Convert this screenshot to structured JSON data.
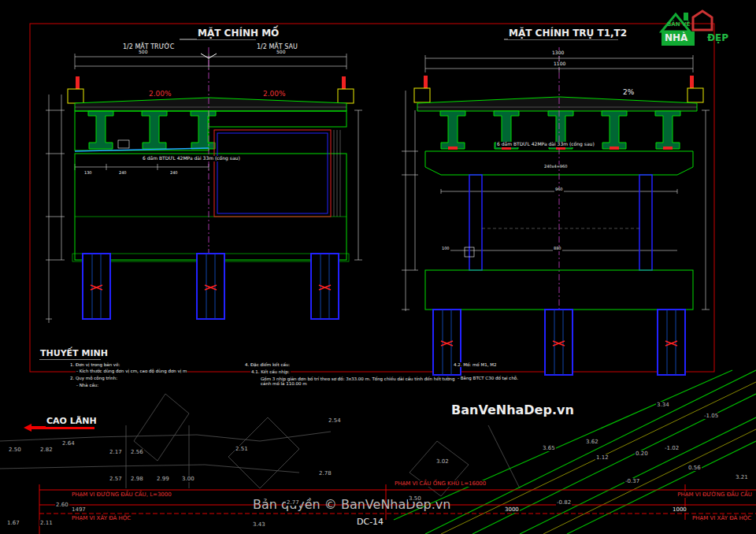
{
  "diagram": {
    "labels": [
      "MẶT CHÍNH MỐ",
      "MẶT CHÍNH TRỤ T1,T2",
      "1/2 MẶT TRƯỚC",
      "1/2 MẶT SAU",
      "500",
      "500",
      "1300",
      "1100",
      "2.00%",
      "2.00%",
      "2%",
      "6 dầm BTDƯL 42MPa dài 33m (cống sau)",
      "6 dầm BTDƯL 42MPa dài 33m (cống sau)",
      "THUYẾT MINH",
      "1. Đơn vị trong bản vẽ:",
      "- Kích thước dùng đơn vị cm, cao độ dùng đơn vị m",
      "2. Quy mô công trình:",
      "- Nhà cầu:",
      "4. Đặc điểm kết cấu:",
      "4.1. Kết cấu nhịp:",
      "Gồm 3 nhịp giản đơn bố trí theo sơ đồ: 3x33.00 m. Tổng chiều dài cầu tính đến hết tường cánh mố là 110.00 m",
      "4.2. Mố: mố M1, M2",
      "- Bằng BTCT C30 đổ tại chỗ.",
      "CAO LÃNH",
      "PHẠM VI ĐƯỜNG ĐẦU CẦU, L=3000",
      "PHẠM VI CẦU ỐNG KHÚ L=16000",
      "PHẠM VI ĐƯỜNG ĐẦU CẦU",
      "PHẠM VI XÂY ĐÁ HỘC",
      "PHẠM VI XÂY ĐÁ HỘC",
      "DC-14",
      "3000",
      "1000",
      "BanVeNhaDep.vn",
      "Bản quyền © BanVeNhaDep.vn",
      "BẢN VẼ",
      "NHÀ",
      "ĐẸP",
      "2.50",
      "2.82",
      "2.17",
      "2.56",
      "2.64",
      "2.57",
      "2.98",
      "2.99",
      "3.00",
      "2.54",
      "2.51",
      "2.78",
      "3.02",
      "3.65",
      "3.62",
      "1.12",
      "0.20",
      "-0.37",
      "-1.02",
      "-1.05",
      "0.56",
      "3.34",
      "3.21",
      "-0.82",
      "2.60",
      "2.11",
      "1.67",
      "3.43",
      "3.50",
      "2.77",
      "1497",
      "130",
      "240",
      "240",
      "240x4=960",
      "960",
      "880",
      "100"
    ]
  }
}
